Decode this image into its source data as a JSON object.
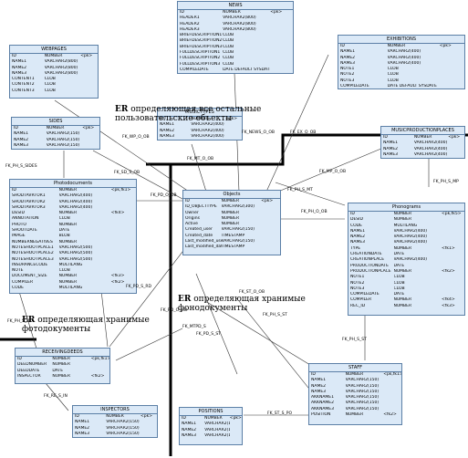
{
  "entities": {
    "news": {
      "title": "NEWS",
      "rows": [
        [
          "ID",
          "NUMBER",
          "<pk>"
        ],
        [
          "HEADER1",
          "VARCHAR2(800)",
          ""
        ],
        [
          "HEADER2",
          "VARCHAR2(800)",
          ""
        ],
        [
          "HEADER3",
          "VARCHAR2(800)",
          ""
        ],
        [
          "BRIEFDESCRIPTION1",
          "CLOB",
          ""
        ],
        [
          "BRIEFDESCRIPTION2",
          "CLOB",
          ""
        ],
        [
          "BRIEFDESCRIPTION3",
          "CLOB",
          ""
        ],
        [
          "FULLDESCRIPTION1",
          "CLOB",
          ""
        ],
        [
          "FULLDESCRIPTION2",
          "CLOB",
          ""
        ],
        [
          "FULLDESCRIPTION3",
          "CLOB",
          ""
        ],
        [
          "COMPILEDATE",
          "DATE DEFAULT SYSDATE",
          ""
        ]
      ]
    },
    "webpages": {
      "title": "WEBPAGES",
      "rows": [
        [
          "ID",
          "NUMBER",
          "<pk>"
        ],
        [
          "NAME1",
          "VARCHAR2(800)",
          ""
        ],
        [
          "NAME2",
          "VARCHAR2(800)",
          ""
        ],
        [
          "NAME3",
          "VARCHAR2(800)",
          ""
        ],
        [
          "CONTENT1",
          "CLOB",
          ""
        ],
        [
          "CONTENT2",
          "CLOB",
          ""
        ],
        [
          "CONTENT3",
          "CLOB",
          ""
        ]
      ]
    },
    "exhibitions": {
      "title": "EXHIBITIONS",
      "rows": [
        [
          "ID",
          "NUMBER",
          "<pk>"
        ],
        [
          "NAME1",
          "VARCHAR2(400)",
          ""
        ],
        [
          "NAME2",
          "VARCHAR2(400)",
          ""
        ],
        [
          "NAME3",
          "VARCHAR2(400)",
          ""
        ],
        [
          "NOTE1",
          "CLOB",
          ""
        ],
        [
          "NOTE2",
          "CLOB",
          ""
        ],
        [
          "NOTE3",
          "CLOB",
          ""
        ],
        [
          "COMPILEDATE",
          "DATE DEFAULT SYSDATE",
          ""
        ]
      ]
    },
    "musictypes": {
      "title": "MUSICTYPES",
      "rows": [
        [
          "ID",
          "NUMBER",
          "<pk>"
        ],
        [
          "NAME1",
          "VARCHAR2(400)",
          ""
        ],
        [
          "NAME2",
          "VARCHAR2(400)",
          ""
        ],
        [
          "NAME3",
          "VARCHAR2(400)",
          ""
        ]
      ]
    },
    "sides": {
      "title": "SIDES",
      "rows": [
        [
          "ID",
          "NUMBER",
          "<pk>"
        ],
        [
          "NAME1",
          "VARCHAR2(150)",
          ""
        ],
        [
          "NAME2",
          "VARCHAR2(150)",
          ""
        ],
        [
          "NAME3",
          "VARCHAR2(150)",
          ""
        ]
      ]
    },
    "musicproductionplaces": {
      "title": "MUSICPRODUCTIONPLACES",
      "rows": [
        [
          "ID",
          "NUMBER",
          "<pk>"
        ],
        [
          "NAME1",
          "VARCHAR2(400)",
          ""
        ],
        [
          "NAME2",
          "VARCHAR2(400)",
          ""
        ],
        [
          "NAME3",
          "VARCHAR2(400)",
          ""
        ]
      ]
    },
    "photodocuments": {
      "title": "Photodocuments",
      "rows": [
        [
          "ID",
          "NUMBER",
          "<pk,fk1>"
        ],
        [
          "SHODTAVRTOR1",
          "VARCHAR2(400)",
          ""
        ],
        [
          "SHODTAVRTOR2",
          "VARCHAR2(400)",
          ""
        ],
        [
          "SHODTAVRTOR3",
          "VARCHAR2(400)",
          ""
        ],
        [
          "DESID",
          "NUMBER",
          "<fk4>"
        ],
        [
          "ANNOTATION",
          "CLOB",
          ""
        ],
        [
          "PHOTO",
          "NUMBER",
          ""
        ],
        [
          "SHOOTDATE",
          "DATE",
          ""
        ],
        [
          "IMAGE",
          "BLOB",
          ""
        ],
        [
          "NUMBERNEGATIVES",
          "NUMBER",
          ""
        ],
        [
          "NOTESHOOTPLACE1",
          "VARCHAR2(500)",
          ""
        ],
        [
          "NOTESHOOTPLACE2",
          "VARCHAR2(500)",
          ""
        ],
        [
          "NOTESHOOTPLACE3",
          "VARCHAR2(500)",
          ""
        ],
        [
          "INSURANCECODE",
          "MULTILANG",
          ""
        ],
        [
          "NOTE",
          "CLOB",
          ""
        ],
        [
          "DOCUMENT_SIZE",
          "NUMBER",
          "<fk3>"
        ],
        [
          "COMPILER",
          "NUMBER",
          "<fk2>"
        ],
        [
          "CODE",
          "MULTILANG",
          ""
        ]
      ]
    },
    "objects": {
      "title": "Objects",
      "rows": [
        [
          "ID",
          "NUMBER",
          "<pk>"
        ],
        [
          "ID_OBJECTTYPE",
          "VARCHAR2(300)",
          ""
        ],
        [
          "Owner",
          "NUMBER",
          ""
        ],
        [
          "Origins",
          "NUMBER",
          ""
        ],
        [
          "Active",
          "NUMBER",
          ""
        ],
        [
          "Created_user",
          "VARCHAR2(150)",
          ""
        ],
        [
          "Created_date",
          "TIMESTAMP",
          ""
        ],
        [
          "Last_modified_user",
          "VARCHAR2(150)",
          ""
        ],
        [
          "Last_modified_date",
          "TIMESTAMP",
          ""
        ]
      ]
    },
    "phonograms": {
      "title": "Phonograms",
      "rows": [
        [
          "ID",
          "NUMBER",
          "<pk,fk5>"
        ],
        [
          "DESID",
          "NUMBER",
          ""
        ],
        [
          "CODE",
          "MULTILANG",
          ""
        ],
        [
          "NAME1",
          "VARCHAR2(400)",
          ""
        ],
        [
          "NAME2",
          "VARCHAR2(400)",
          ""
        ],
        [
          "NAME3",
          "VARCHAR2(400)",
          ""
        ],
        [
          "TYPE",
          "NUMBER",
          "<fk1>"
        ],
        [
          "CREATIONDATE",
          "DATE",
          ""
        ],
        [
          "CREATIONPLACE",
          "VARCHAR2(400)",
          ""
        ],
        [
          "PRODUCTIONDATE",
          "DATE",
          ""
        ],
        [
          "PRODUCTIONPLACE",
          "NUMBER",
          "<fk2>"
        ],
        [
          "NOTE1",
          "CLOB",
          ""
        ],
        [
          "NOTE2",
          "CLOB",
          ""
        ],
        [
          "NOTE3",
          "CLOB",
          ""
        ],
        [
          "COMPILEDATE",
          "DATE",
          ""
        ],
        [
          "COMPILER",
          "NUMBER",
          "<fk4>"
        ],
        [
          "REC_ID",
          "NUMBER",
          "<fk3>"
        ]
      ]
    },
    "receivingdeeds": {
      "title": "RECEIVINGDEEDS",
      "rows": [
        [
          "ID",
          "NUMBER",
          "<pk,fk1>"
        ],
        [
          "DEEDNUMBER",
          "NUMBER",
          ""
        ],
        [
          "DEEDDATE",
          "DATE",
          ""
        ],
        [
          "INSPECTOR",
          "NUMBER",
          "<fk2>"
        ]
      ]
    },
    "staff": {
      "title": "STAFF",
      "rows": [
        [
          "ID",
          "NUMBER",
          "<pk,fk1>"
        ],
        [
          "NAME1",
          "VARCHAR2(150)",
          ""
        ],
        [
          "NAME2",
          "VARCHAR2(150)",
          ""
        ],
        [
          "NAME3",
          "VARCHAR2(150)",
          ""
        ],
        [
          "AKKNAME1",
          "VARCHAR2(150)",
          ""
        ],
        [
          "AKKNAME2",
          "VARCHAR2(150)",
          ""
        ],
        [
          "AKKNAME3",
          "VARCHAR2(150)",
          ""
        ],
        [
          "POSITION",
          "NUMBER",
          "<fk2>"
        ]
      ]
    },
    "inspectors": {
      "title": "INSPECTORS",
      "rows": [
        [
          "ID",
          "NUMBER",
          "<pk>"
        ],
        [
          "NAME1",
          "VARCHAR2(150)",
          ""
        ],
        [
          "NAME2",
          "VARCHAR2(150)",
          ""
        ],
        [
          "NAME3",
          "VARCHAR2(150)",
          ""
        ]
      ]
    },
    "positions": {
      "title": "POSITIONS",
      "rows": [
        [
          "ID",
          "NUMBER",
          "<pk>"
        ],
        [
          "NAME1",
          "VARCHAR2(150)",
          ""
        ],
        [
          "NAME2",
          "VARCHAR2(150)",
          ""
        ],
        [
          "NAME3",
          "VARCHAR2(150)",
          ""
        ]
      ]
    }
  },
  "notes": {
    "n1_bold": "ER",
    "n1_rest": " определяющая все остальные пользовательские объекты",
    "n2_bold": "ER",
    "n2_rest": " определяющая хранимые фонодокументы",
    "n3_bold": "ER",
    "n3_rest": " определяющая хранимые фотодокументы"
  },
  "relations": {
    "r_news": "FK_NEWS_O_OB",
    "r_webpages": "FK_WP_O_OB",
    "r_musictypes": "FK_MT_O_OB",
    "r_exhibitions": "FK_EX_O_OB",
    "r_sides": "FK_PH_S_SIDES",
    "r_sides2": "FK_SD_S_OB",
    "r_mpp": "FK_MP_O_OB",
    "r_mpp2": "FK_PH_S_MP",
    "r_photo_ob": "FK_PD_O_OB",
    "r_mt_ph": "FK_PH_S_MT",
    "r_ph_ob": "FK_PH_O_OB",
    "r_mtpd": "FK_MTPD_S",
    "r_pd_rd": "FK_PD_S_RD",
    "r_rd_ob": "FK_RD_O_OB",
    "r_ph_st": "FK_PH_S_ST",
    "r_pd_st": "FK_PD_S_ST",
    "r_st_ob": "FK_ST_O_OB",
    "r_rd_in": "FK_RE_S_IN",
    "r_ph_rd": "FK_PH_S_RD",
    "r_st_po": "FK_ST_S_PO",
    "r_st2": "FK_PH_S_ST"
  }
}
